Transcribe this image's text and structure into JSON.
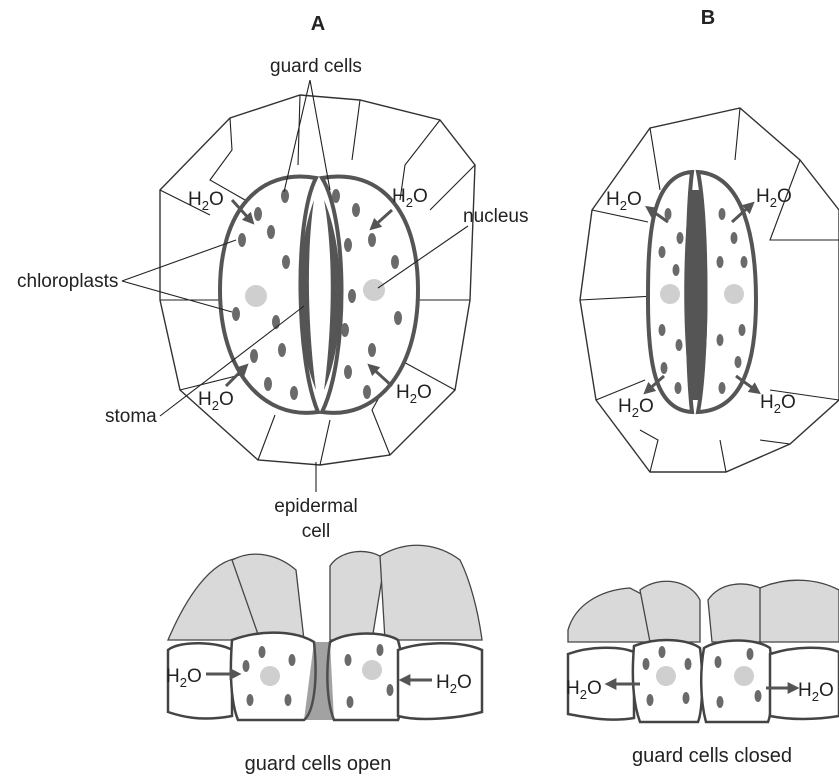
{
  "panels": {
    "a": {
      "heading": "A",
      "caption": "guard cells open"
    },
    "b": {
      "heading": "B",
      "caption": "guard cells closed"
    }
  },
  "labels": {
    "guard_cells": "guard cells",
    "nucleus": "nucleus",
    "chloroplasts": "chloroplasts",
    "stoma": "stoma",
    "epidermal_line1": "epidermal",
    "epidermal_line2": "cell",
    "water_main": "H",
    "water_sub": "2",
    "water_tail": "O"
  }
}
